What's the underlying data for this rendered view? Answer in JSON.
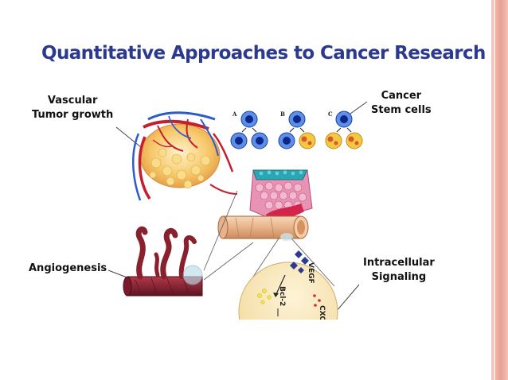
{
  "title": "Quantitative Approaches to Cancer Research",
  "labels": {
    "vascular_line1": "Vascular",
    "vascular_line2": "Tumor growth",
    "cancer_line1": "Cancer",
    "cancer_line2": "Stem cells",
    "angiogenesis": "Angiogenesis",
    "intracellular_line1": "Intracellular",
    "intracellular_line2": "Signaling"
  },
  "panel_letters": [
    "A",
    "B",
    "C"
  ],
  "molecule_labels": {
    "vegf": "VEGF",
    "bcl2": "Bcl-2",
    "cxcl": "CXCL"
  },
  "colors": {
    "title": "#2b3a8f",
    "stem_cell": "#1f4fd0",
    "mutant_cell": "#f5c843",
    "tumor_pink": "#e85a8c",
    "tumor_teal": "#2aa7b5",
    "vessel": "#8a1f2e",
    "right_strip": "#e7a091"
  }
}
